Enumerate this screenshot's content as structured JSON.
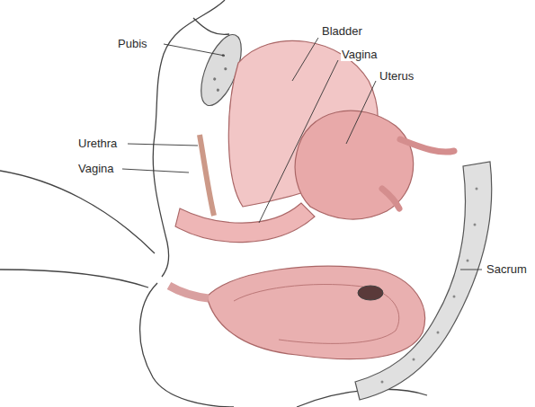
{
  "diagram": {
    "labels": [
      "Pubis",
      "Bladder",
      "Vagina",
      "Uterus",
      "Urethra",
      "Vagina",
      "Sacrum"
    ]
  }
}
